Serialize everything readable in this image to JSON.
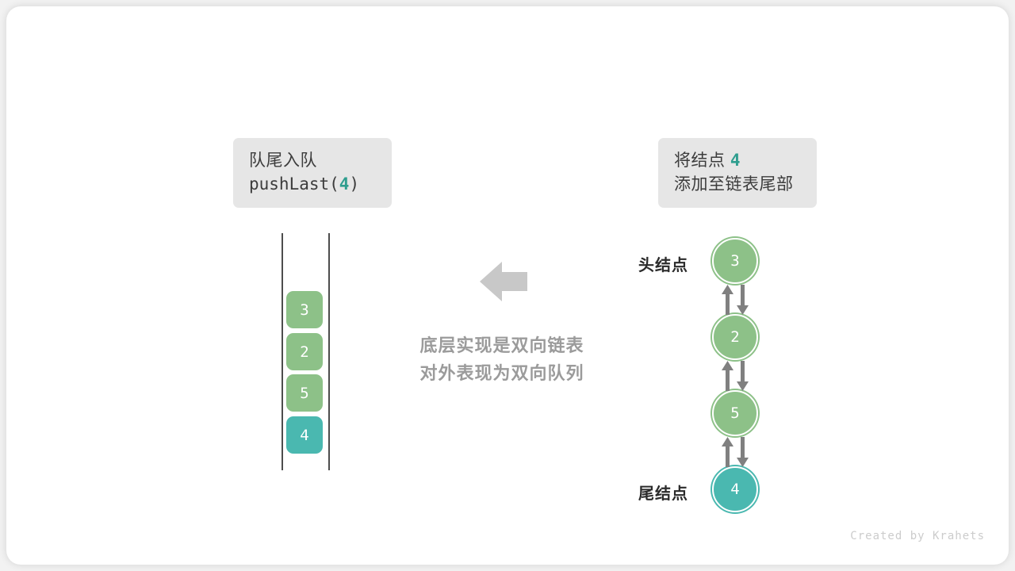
{
  "operation_box": {
    "line1": "队尾入队",
    "call_prefix": "pushLast(",
    "call_value": "4",
    "call_suffix": ")"
  },
  "description_box": {
    "line1_prefix": "将结点 ",
    "line1_value": "4",
    "line2": "添加至链表尾部"
  },
  "caption": {
    "line1": "底层实现是双向链表",
    "line2": "对外表现为双向队列"
  },
  "deque_stack": {
    "cells": [
      {
        "value": "3",
        "color": "green"
      },
      {
        "value": "2",
        "color": "green"
      },
      {
        "value": "5",
        "color": "green"
      },
      {
        "value": "4",
        "color": "teal"
      }
    ]
  },
  "linked_list": {
    "head_label": "头结点",
    "tail_label": "尾结点",
    "nodes": [
      {
        "value": "3",
        "color": "green"
      },
      {
        "value": "2",
        "color": "green"
      },
      {
        "value": "5",
        "color": "green"
      },
      {
        "value": "4",
        "color": "teal"
      }
    ]
  },
  "footer": {
    "credit": "Created by Krahets"
  },
  "colors": {
    "green": "#8dc188",
    "teal": "#4ab8b0",
    "accent": "#2f9e8f",
    "box_bg": "#e6e6e6",
    "caption_gray": "#9b9b9b",
    "arrow_gray": "#c8c8c8",
    "link_gray": "#808080"
  }
}
